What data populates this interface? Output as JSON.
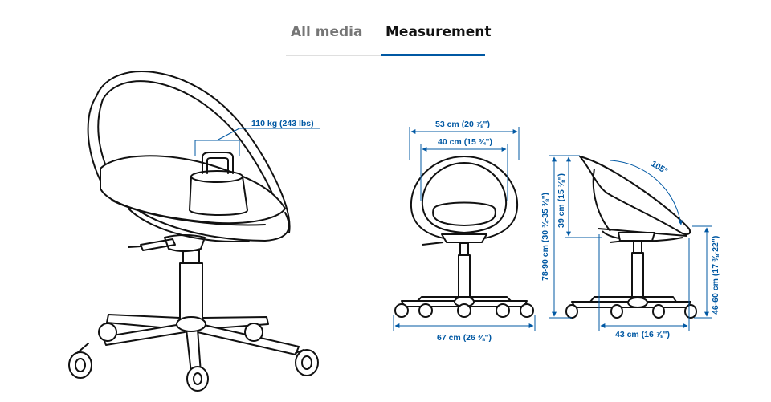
{
  "tabs": [
    {
      "label": "All media",
      "active": false
    },
    {
      "label": "Measurement",
      "active": true
    }
  ],
  "colors": {
    "accent": "#0058a3",
    "inactive_tab": "#767676",
    "line_art": "#111111"
  },
  "measurements": {
    "max_load": "110 kg (243 lbs)",
    "total_width": "53 cm (20 ⅞\")",
    "seat_width": "40 cm (15 ¾\")",
    "base_width": "67 cm (26 ⅜\")",
    "total_height": "78-90 cm (30 ¾-35 ⅜\")",
    "backrest_height": "39 cm (15 ⅜\")",
    "recline_angle": "105°",
    "seat_depth": "43 cm (16 ⅞\")",
    "seat_height": "46-60 cm (17 ⅜-22\")"
  }
}
